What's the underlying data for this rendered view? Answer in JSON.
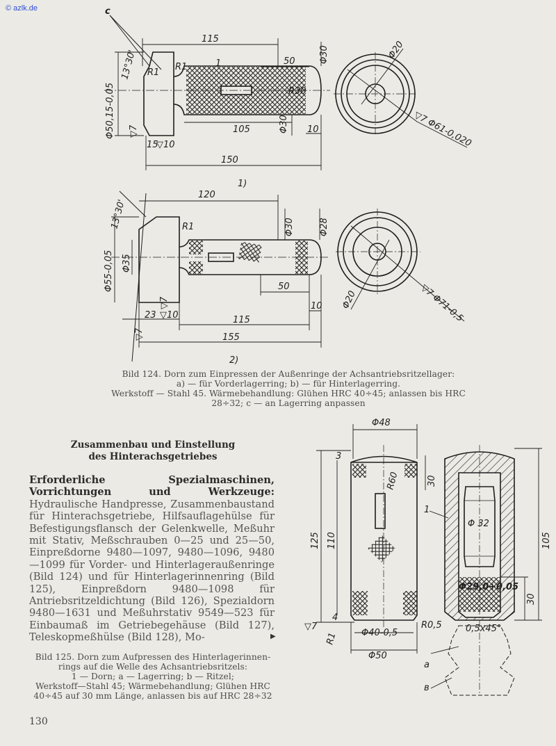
{
  "watermark": "© azlk.de",
  "figure124": {
    "caption_line1": "Bild 124. Dorn zum Einpressen der Außenringe der Achsantriebsritzellager:",
    "caption_line2": "a) — für Vorderlagerring; b) — für Hinterlagerring.",
    "caption_line3": "Werkstoff — Stahl 45. Wärmebehandlung: Glühen HRC 40÷45; anlassen bis HRC",
    "caption_line4": "28÷32; c — an Lagerring anpassen",
    "view1": {
      "label": "1)",
      "c_label": "c",
      "angle": "13°30'",
      "dims": [
        "115",
        "50",
        "Φ30",
        "Φ20",
        "R1",
        "R1",
        "1",
        "R30",
        "Φ50,15-0,05",
        "105",
        "Φ30",
        "10",
        "▽7",
        "15",
        "▽10",
        "150",
        "▽7 Φ61-0,020"
      ]
    },
    "view2": {
      "label": "2)",
      "angle": "13°30'",
      "dims": [
        "120",
        "R1",
        "Φ30",
        "Φ28",
        "Φ55-0,05",
        "Φ35",
        "50",
        "10",
        "23",
        "▽10",
        "▽7",
        "115",
        "155",
        "▽7",
        "Φ20",
        "▽7 Φ71-0,5"
      ]
    }
  },
  "section": {
    "heading_line1": "Zusammenbau und Einstellung",
    "heading_line2": "des Hinterachsgetriebes",
    "body_bold": "Erforderliche Spezialmaschinen, Vorrichtungen und Werkzeuge:",
    "body_text": " Hydraulische Handpresse, Zusammenbaustand für Hinterachsgetriebe, Hilfsauflagehülse für Befestigungsflansch der Gelenkwelle, Meßuhr mit Stativ, Meßschrauben 0—25 und 25—50, Einpreßdorne 9480—1097, 9480—1096, 9480—1099 für Vorder- und Hinterlageraußenringe (Bild 124) und für Hinterlagerinnenring (Bild 125), Einpreßdorn 9480—1098 für Antriebsritzeldichtung (Bild 126), Spezialdorn 9480—1631 und Meßuhrstativ 9549—523 für Einbaumaß im Getriebegehäuse (Bild 127), Teleskopmeßhülse (Bild 128), Mo-",
    "continue_marker": "▶"
  },
  "figure125": {
    "caption_line1": "Bild 125. Dorn zum Aufpressen des Hinterlagerinnen-",
    "caption_line2": "rings auf die Welle des Achsantriebsritzels:",
    "caption_line3": "1 — Dorn; a — Lagerring; b — Ritzel;",
    "caption_line4": "Werkstoff—Stahl 45; Wärmebehandlung; Glühen HRC",
    "caption_line5": "40÷45 auf 30 mm Länge, anlassen bis auf HRC 28÷32",
    "dims": [
      "Φ48",
      "3",
      "30",
      "R60",
      "125",
      "110",
      "▽7",
      "R1",
      "4",
      "Φ40-0,5",
      "Φ50",
      "1",
      "Φ 32",
      "105",
      "Φ29,0+0,05",
      "30",
      "R0,5",
      "0,5x45°",
      "a",
      "в"
    ]
  },
  "page_number": "130"
}
